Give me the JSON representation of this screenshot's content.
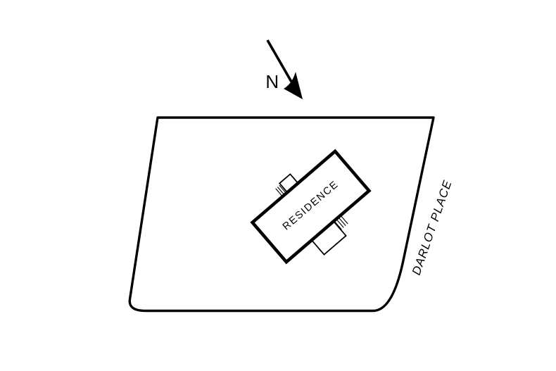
{
  "colors": {
    "line": "#000000",
    "background": "#ffffff"
  },
  "north_indicator": {
    "label": "N",
    "icon": "north-arrow",
    "arrow_direction": "down-right"
  },
  "site": {
    "building_label": "RESIDENCE",
    "street_label": "DARLOT PLACE"
  }
}
